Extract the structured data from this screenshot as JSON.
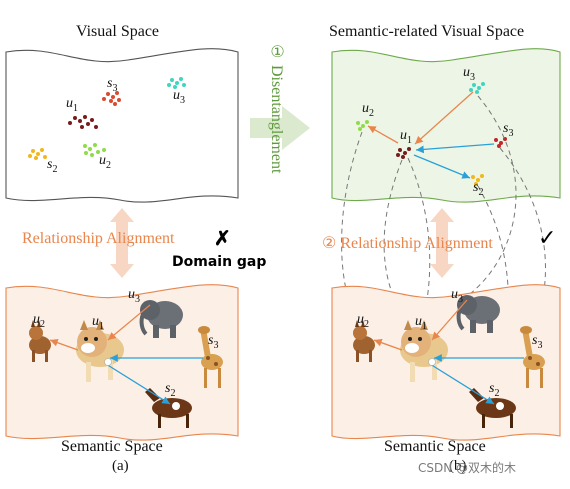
{
  "panels": {
    "a": {
      "visual_title": "Visual Space",
      "semantic_title": "Semantic Space",
      "relationship_label": "Relationship Alignment",
      "status_mark": "✗",
      "domain_gap": "Domain gap",
      "caption": "(a)"
    },
    "b": {
      "visual_title": "Semantic-related Visual Space",
      "semantic_title": "Semantic Space",
      "relationship_label": "② Relationship Alignment",
      "status_mark": "✓",
      "caption": "(b)"
    }
  },
  "disentanglement_label": "① Disentanglement",
  "symbols": {
    "s": "s",
    "u": "u",
    "i1": "1",
    "i2": "2",
    "i3": "3"
  },
  "watermark": "CSDN @双木的木",
  "colors": {
    "accent_orange": "#e8864d",
    "green": "#5e9a3c",
    "blue_arrow": "#2aa0d8",
    "u1_cluster": "#7a1b1b",
    "u2_cluster": "#8fdc4a",
    "u3_cluster": "#3fd6c0",
    "s1_cluster": "#d94b2e",
    "s2_cluster": "#f0b81c",
    "s3_cluster": "#c0282e"
  },
  "icons": {
    "elephant": "elephant-icon",
    "giraffe": "giraffe-icon",
    "horse": "horse-icon",
    "dog": "dog-icon",
    "lynx": "lynx-icon"
  }
}
